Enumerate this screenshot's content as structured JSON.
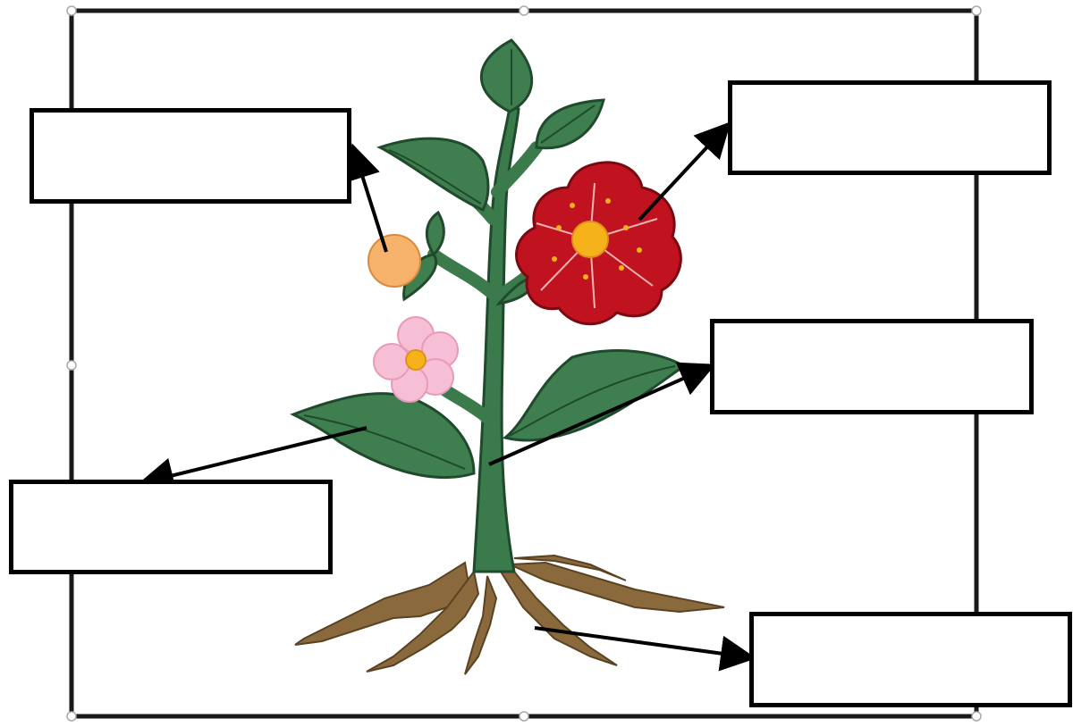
{
  "diagram": {
    "subject": "plant-parts-worksheet",
    "labels": [
      {
        "id": "fruit",
        "text": ""
      },
      {
        "id": "flower",
        "text": ""
      },
      {
        "id": "stem",
        "text": ""
      },
      {
        "id": "leaf",
        "text": ""
      },
      {
        "id": "root",
        "text": ""
      }
    ],
    "colors": {
      "leaf": "#3f7f4f",
      "leaf_vein": "#1f4a2c",
      "stem": "#3b7a4b",
      "flower_red": "#c0121f",
      "flower_center": "#f5b21a",
      "flower_pink": "#f6bfd6",
      "fruit": "#f6b26b",
      "root": "#8a6a3c",
      "border": "#1a1a1a"
    }
  }
}
